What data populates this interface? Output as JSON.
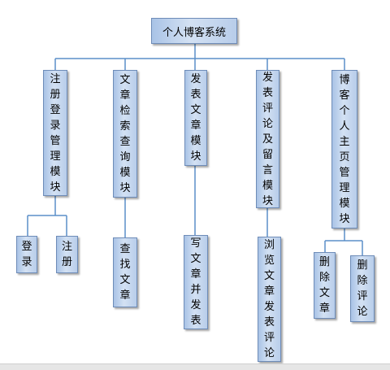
{
  "diagram": {
    "root": "个人博客系统",
    "modules": [
      {
        "label": "注册登录管理模块",
        "children": [
          "登录",
          "注册"
        ]
      },
      {
        "label": "文章检索查询模块",
        "children": [
          "查找文章"
        ]
      },
      {
        "label": "发表文章模块",
        "children": [
          "写文章并发表"
        ]
      },
      {
        "label": "发表评论及留言模块",
        "children": [
          "浏览文章发表评论"
        ]
      },
      {
        "label": "博客个人主页管理模块",
        "children": [
          "删除文章",
          "删除评论"
        ]
      }
    ],
    "colors": {
      "node_fill": "#c5d7ef",
      "node_border": "#6e8cb8",
      "connector": "#5b8fc9"
    }
  }
}
